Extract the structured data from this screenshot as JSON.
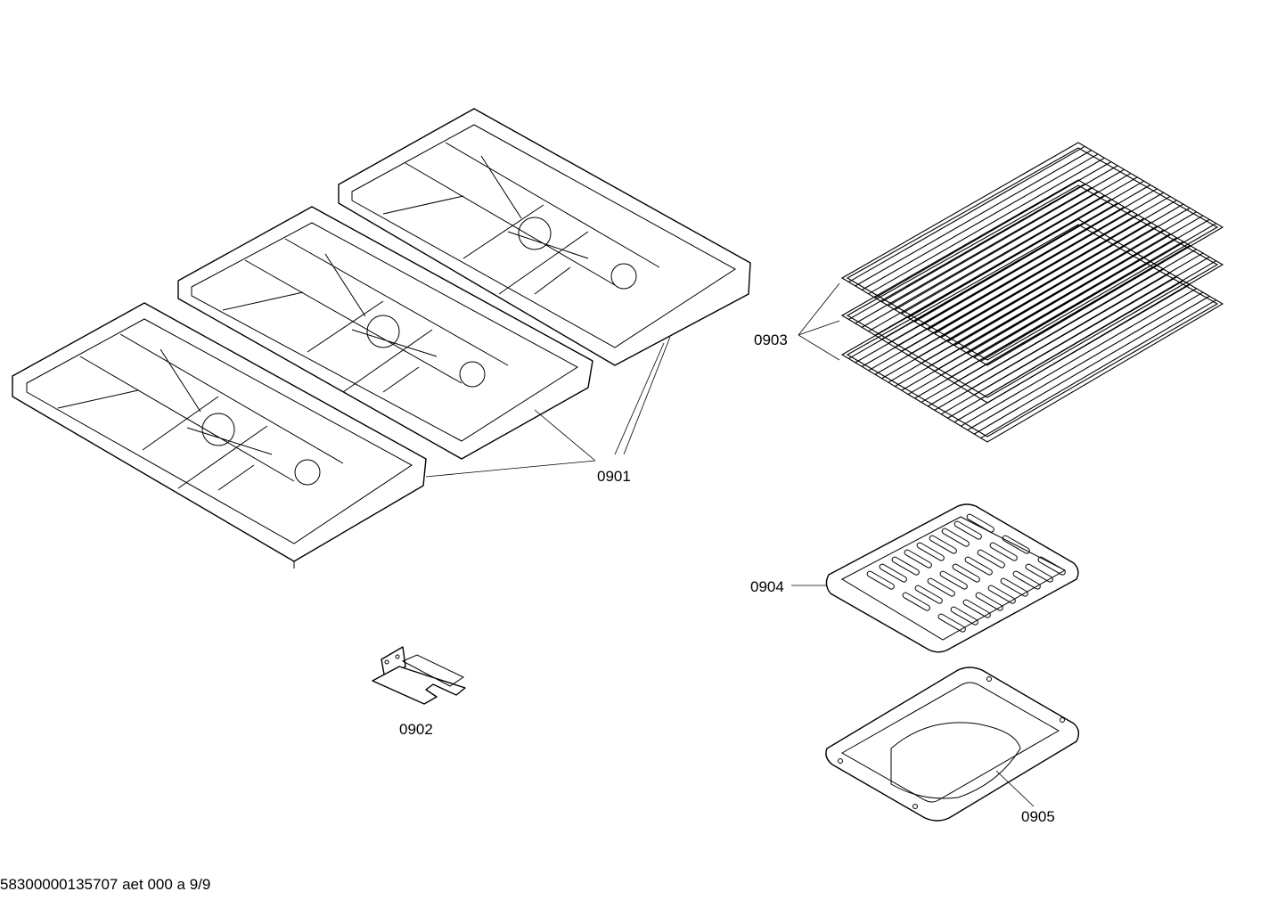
{
  "parts": [
    {
      "id": "grate",
      "label": "0901"
    },
    {
      "id": "bracket",
      "label": "0902"
    },
    {
      "id": "racks",
      "label": "0903"
    },
    {
      "id": "broil-insert",
      "label": "0904"
    },
    {
      "id": "broil-pan",
      "label": "0905"
    }
  ],
  "footer": {
    "code": "58300000135707 aet 000 a 9/9"
  }
}
